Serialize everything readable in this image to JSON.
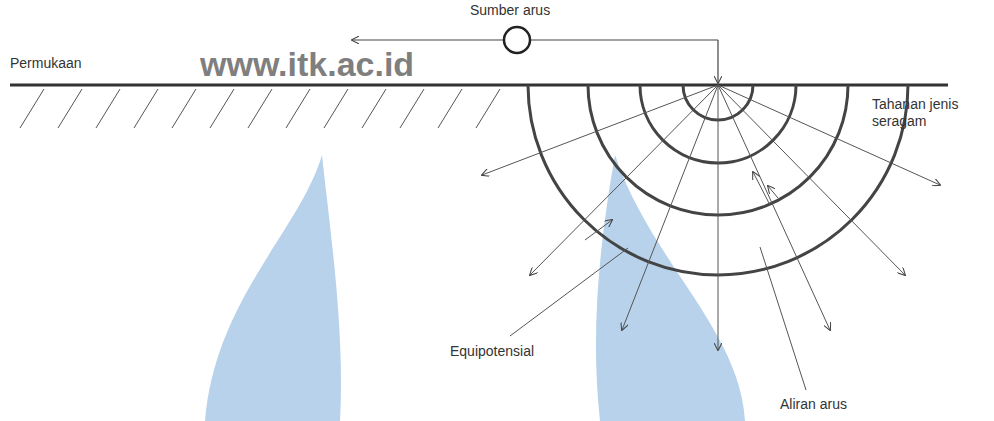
{
  "diagram": {
    "labels": [
      "Sumber arus",
      "www.itk.ac.id",
      "Permukaan",
      "Tahanan jenis seragam",
      "Equipotensial",
      "Aliran arus"
    ]
  }
}
